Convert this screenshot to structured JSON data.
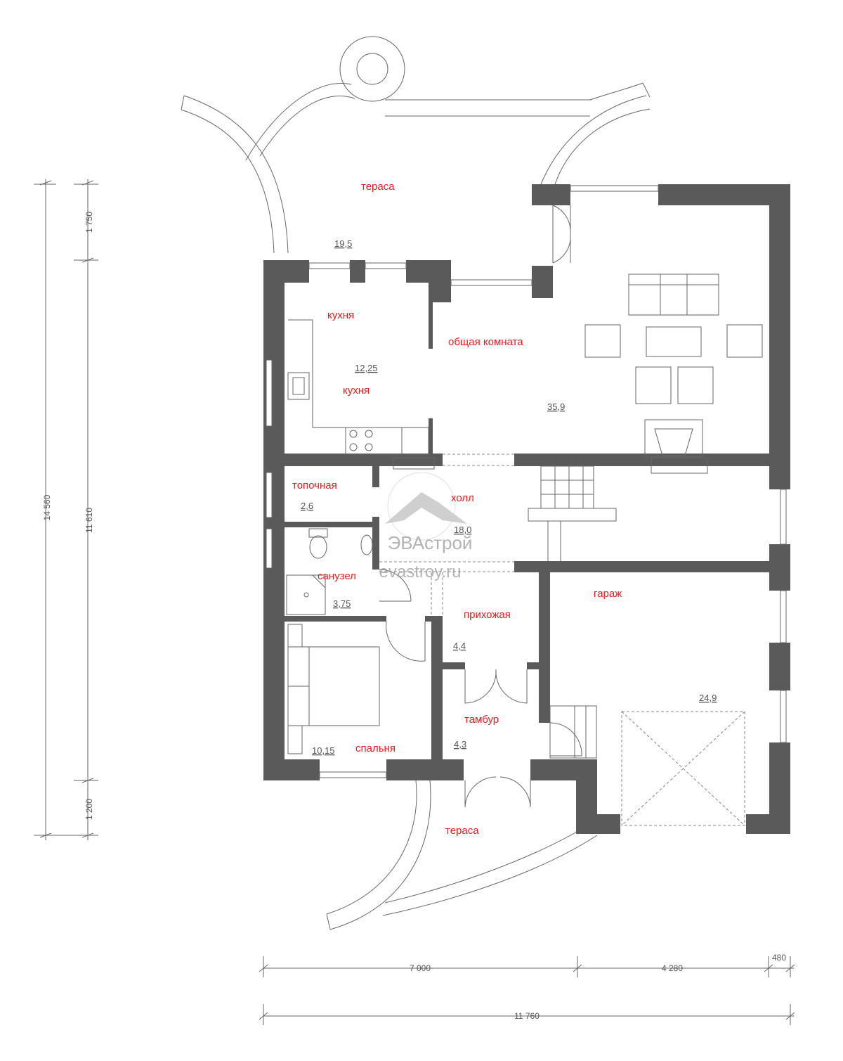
{
  "rooms": {
    "terrace_top": {
      "label": "тераса",
      "area": "19,5"
    },
    "kitchen": {
      "label": "кухня",
      "label2": "кухня",
      "area": "12,25"
    },
    "living": {
      "label": "общая комната",
      "area": "35,9"
    },
    "boiler": {
      "label": "топочная",
      "area": "2,6"
    },
    "hall": {
      "label": "холл",
      "area": "18,0"
    },
    "bathroom": {
      "label": "санузел",
      "area": "3,75"
    },
    "entrance": {
      "label": "прихожая",
      "area": "4,4"
    },
    "garage": {
      "label": "гараж",
      "area": "24,9"
    },
    "vestibule": {
      "label": "тамбур",
      "area": "4,3"
    },
    "bedroom": {
      "label": "спальня",
      "area": "10,15"
    },
    "terrace_bottom": {
      "label": "тераса"
    }
  },
  "dimensions": {
    "left_total": "14 560",
    "left_inner": "11 610",
    "left_top": "1 750",
    "left_bottom": "1 200",
    "bottom_a": "7 000",
    "bottom_b": "4 280",
    "bottom_c": "480",
    "bottom_total": "11 760"
  },
  "watermark": {
    "brand": "ЭВАстрой",
    "site": "evastroy.ru"
  },
  "colors": {
    "wall": "#5a5a5a",
    "label": "#e41e20",
    "line": "#666666"
  }
}
